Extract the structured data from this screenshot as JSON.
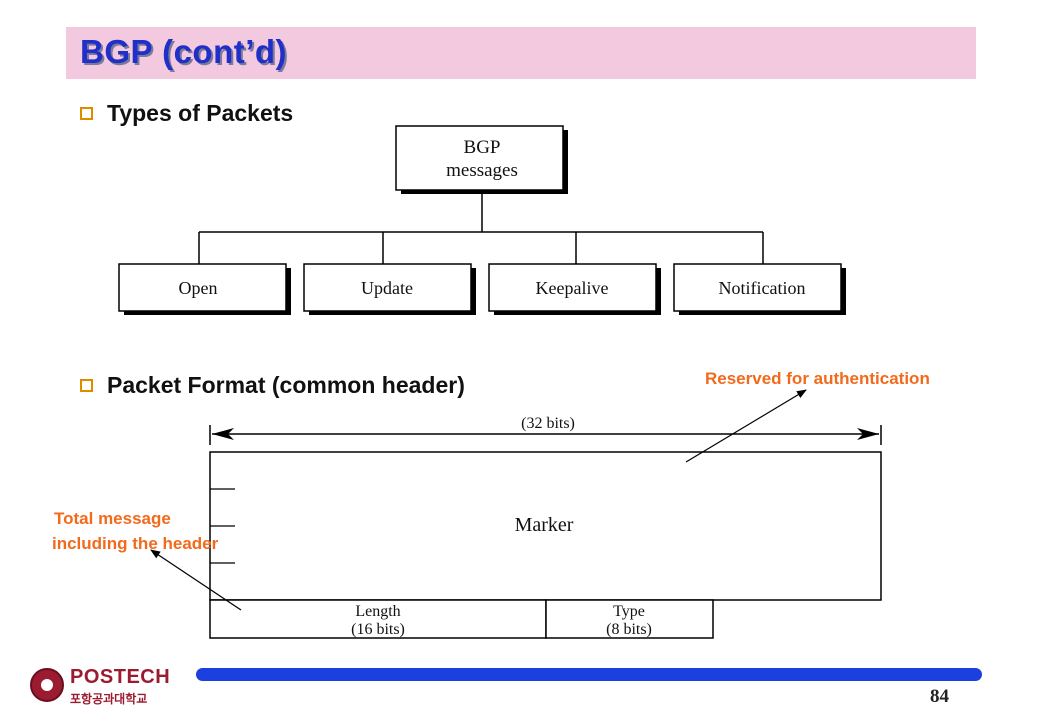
{
  "slide": {
    "title": "BGP (cont’d)",
    "page_number": "84"
  },
  "bullets": [
    {
      "text": "Types of Packets"
    },
    {
      "text": "Packet Format (common header)"
    }
  ],
  "tree": {
    "root_line1": "BGP",
    "root_line2": "messages",
    "children": [
      "Open",
      "Update",
      "Keepalive",
      "Notification"
    ]
  },
  "header_format": {
    "width_label": "(32 bits)",
    "marker_label": "Marker",
    "length_label": "Length",
    "length_bits": "(16 bits)",
    "type_label": "Type",
    "type_bits": "(8 bits)"
  },
  "annotations": {
    "reserved": "Reserved for authentication",
    "total_line1": "Total message",
    "total_line2": "including the header"
  },
  "logo": {
    "name": "POSTECH",
    "subtitle": "포항공과대학교"
  },
  "colors": {
    "title": "#1f2fc8",
    "title_bar": "#f2c9df",
    "annotation": "#f26a1b",
    "footer_bar": "#1c3fe0",
    "bullet_box": "#e08a00"
  }
}
